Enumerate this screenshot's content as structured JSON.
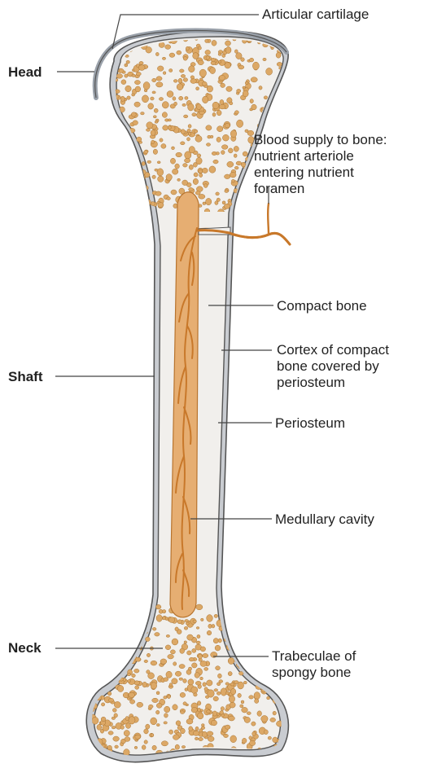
{
  "labels": {
    "articular_cartilage": "Articular cartilage",
    "head": "Head",
    "blood_supply": [
      "Blood supply to bone:",
      "nutrient arteriole",
      "entering nutrient",
      "foramen"
    ],
    "compact_bone": "Compact bone",
    "cortex": [
      "Cortex of compact",
      "bone covered by",
      "periosteum"
    ],
    "shaft": "Shaft",
    "periosteum": "Periosteum",
    "medullary_cavity": "Medullary cavity",
    "neck": "Neck",
    "trabeculae": [
      "Trabeculae of",
      "spongy bone"
    ]
  },
  "colors": {
    "bone_fill": "#f1efec",
    "bone_outline": "#555555",
    "periosteum_band": "#c9ccd1",
    "trabeculae": "#dca866",
    "trabeculae_edge": "#a87433",
    "marrow_fill": "#e6ae72",
    "vessel": "#c8782a",
    "leader_line": "#444444"
  }
}
